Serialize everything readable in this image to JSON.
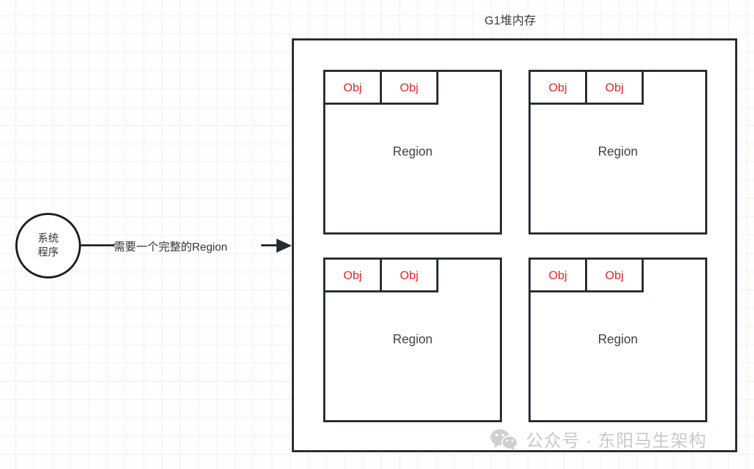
{
  "diagram": {
    "title": "G1堆内存",
    "type": "g1-heap-region-diagram",
    "colors": {
      "border": "#242b33",
      "obj_text": "#ee2222",
      "label_text": "#3c4146",
      "watermark": "#c9c9c9",
      "background": "#fefefe",
      "grid_line": "rgba(0,0,0,0.055)"
    }
  },
  "source_node": {
    "shape": "circle",
    "lines": [
      "系统",
      "程序"
    ]
  },
  "arrow": {
    "label": "需要一个完整的Region",
    "direction": "right",
    "from": "系统程序",
    "to": "G1堆内存"
  },
  "heap": {
    "label": "G1堆内存",
    "regions": [
      {
        "id": "region-top-left",
        "label": "Region",
        "objects": [
          {
            "label": "Obj"
          },
          {
            "label": "Obj"
          }
        ]
      },
      {
        "id": "region-top-right",
        "label": "Region",
        "objects": [
          {
            "label": "Obj"
          },
          {
            "label": "Obj"
          }
        ]
      },
      {
        "id": "region-bottom-left",
        "label": "Region",
        "objects": [
          {
            "label": "Obj"
          },
          {
            "label": "Obj"
          }
        ]
      },
      {
        "id": "region-bottom-right",
        "label": "Region",
        "objects": [
          {
            "label": "Obj"
          },
          {
            "label": "Obj"
          }
        ]
      }
    ]
  },
  "watermark": {
    "icon": "wechat-icon",
    "text": "公众号 · 东阳马生架构"
  }
}
